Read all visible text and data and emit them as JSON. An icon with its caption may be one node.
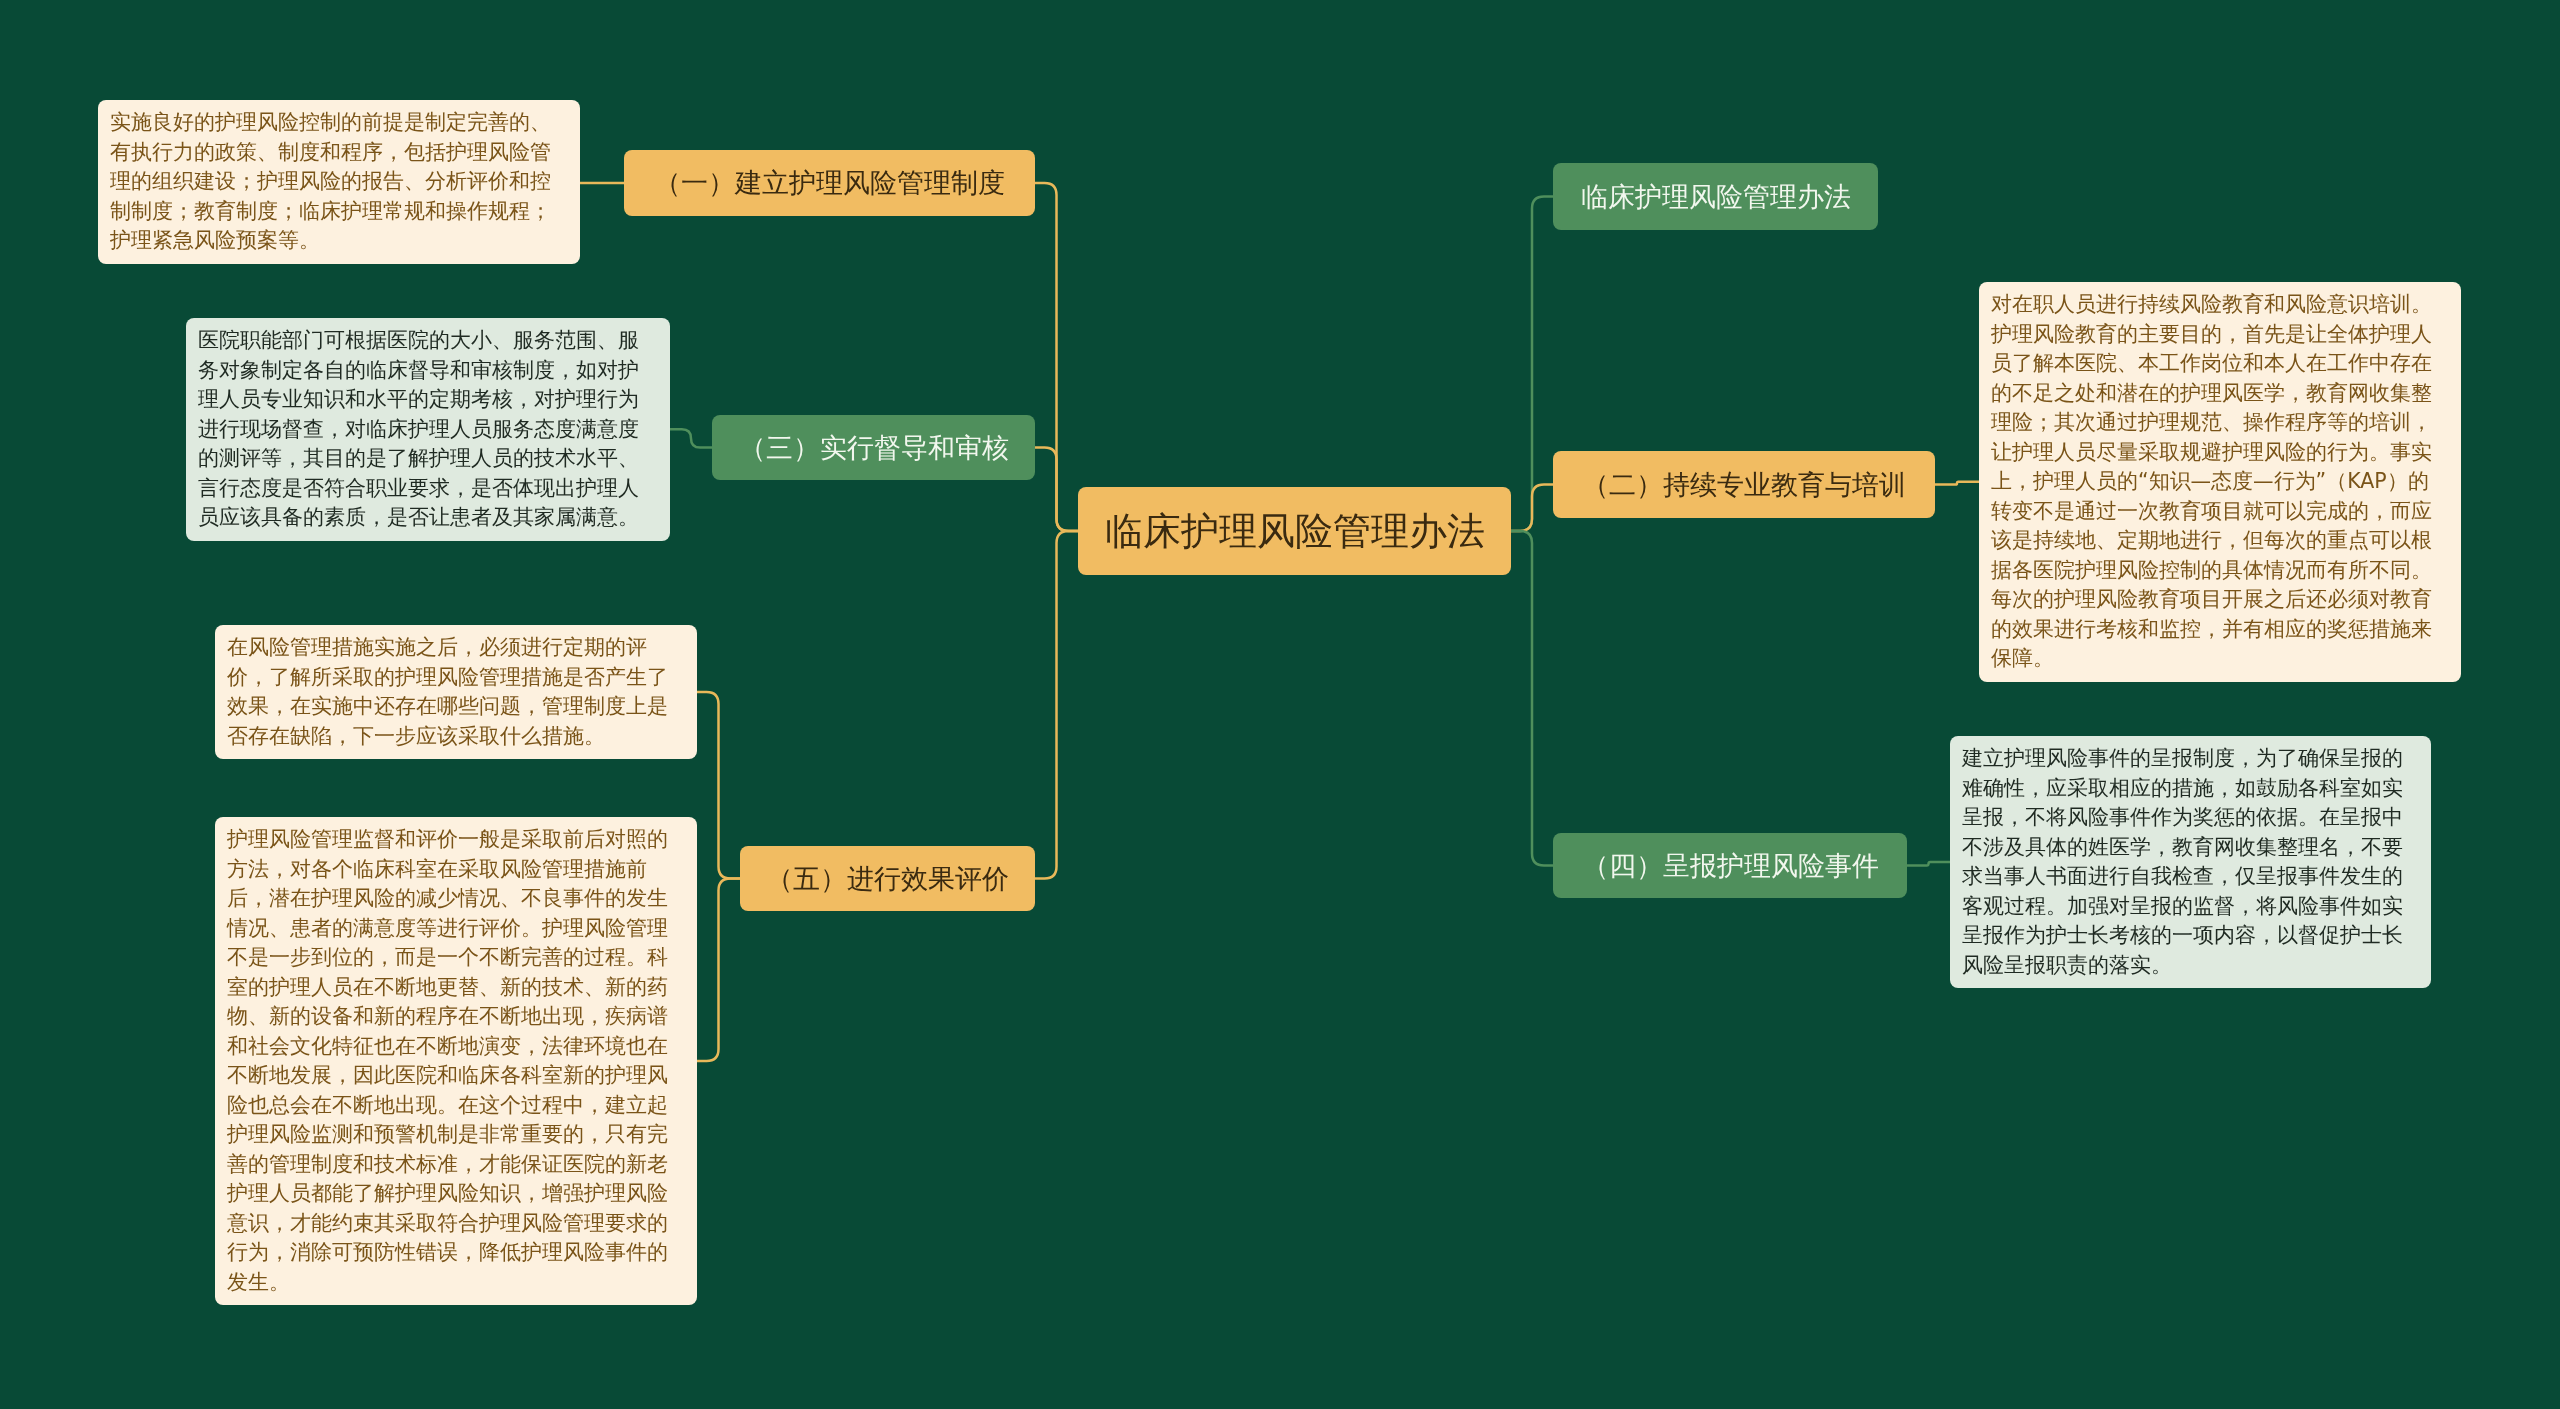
{
  "diagram": {
    "nodes": [
      {
        "text": [
          "临床护理风险管理办法"
        ]
      },
      {
        "text": [
          "（一）建立护理风险管理制度"
        ]
      },
      {
        "text": [
          "实施良好的护理风险控制的前提是制定完善的、有执行力的政策、制度和程序，包括护理风险管理的组织建设；护理风险的报告、分析评价和控制制度；教育制度；临床护理常规和操作规程；护理紧急风险预案等。"
        ]
      },
      {
        "text": [
          "（三）实行督导和审核"
        ]
      },
      {
        "text": [
          "医院职能部门可根据医院的大小、服务范围、服务对象制定各自的临床督导和审核制度，如对护理人员专业知识和水平的定期考核，对护理行为进行现场督查，对临床护理人员服务态度满意度的测评等，其目的是了解护理人员的技术水平、言行态度是否符合职业要求，是否体现出护理人员应该具备的素质，是否让患者及其家属满意。"
        ]
      },
      {
        "text": [
          "（五）进行效果评价"
        ]
      },
      {
        "text": [
          "在风险管理措施实施之后，必须进行定期的评价，了解所采取的护理风险管理措施是否产生了效果，在实施中还存在哪些问题，管理制度上是否存在缺陷，下一步应该采取什么措施。"
        ]
      },
      {
        "text": [
          "护理风险管理监督和评价一般是采取前后对照的方法，对各个临床科室在采取风险管理措施前后，潜在护理风险的减少情况、不良事件的发生情况、患者的满意度等进行评价。护理风险管理不是一步到位的，而是一个不断完善的过程。科室的护理人员在不断地更替、新的技术、新的药物、新的设备和新的程序在不断地出现，疾病谱和社会文化特征也在不断地演变，法律环境也在不断地发展，因此医院和临床各科室新的护理风险也总会在不断地出现。在这个过程中，建立起护理风险监测和预警机制是非常重要的，只有完善的管理制度和技术标准，才能保证医院的新老护理人员都能了解护理风险知识，增强护理风险意识，才能约束其采取符合护理风险管理要求的行为，消除可预防性错误，降低护理风险事件的发生。"
        ]
      },
      {
        "text": [
          "临床护理风险管理办法"
        ]
      },
      {
        "text": [
          "（二）持续专业教育与培训"
        ]
      },
      {
        "text": [
          "对在职人员进行持续风险教育和风险意识培训。护理风险教育的主要目的，首先是让全体护理人员了解本医院、本工作岗位和本人在工作中存在的不足之处和潜在的护理风医学，教育网收集整理险；其次通过护理规范、操作程序等的培训，让护理人员尽量采取规避护理风险的行为。事实上，护理人员的“知识—态度—行为”（KAP）的转变不是通过一次教育项目就可以完成的，而应该是持续地、定期地进行，但每次的重点可以根据各医院护理风险控制的具体情况而有所不同。每次的护理风险教育项目开展之后还必须对教育的效果进行考核和监控，并有相应的奖惩措施来保障。"
        ]
      },
      {
        "text": [
          "（四）呈报护理风险事件"
        ]
      },
      {
        "text": [
          "建立护理风险事件的呈报制度，为了确保呈报的难确性，应采取相应的措施，如鼓励各科室如实呈报，不将风险事件作为奖惩的依据。在呈报中不涉及具体的姓医学，教育网收集整理名，不要求当事人书面进行自我检查，仅呈报事件发生的客观过程。加强对呈报的监督，将风险事件如实呈报作为护士长考核的一项内容，以督促护士长风险呈报职责的落实。"
        ]
      }
    ],
    "edges": [
      {
        "from": 0,
        "to": 1,
        "arrow": "none"
      },
      {
        "from": 0,
        "to": 3,
        "arrow": "none"
      },
      {
        "from": 0,
        "to": 5,
        "arrow": "none"
      },
      {
        "from": 1,
        "to": 2,
        "arrow": "none"
      },
      {
        "from": 3,
        "to": 4,
        "arrow": "none",
        "color": "#4f8f5c"
      },
      {
        "from": 5,
        "to": 6,
        "arrow": "none"
      },
      {
        "from": 5,
        "to": 7,
        "arrow": "none"
      },
      {
        "from": 0,
        "to": 8,
        "arrow": "none",
        "color": "#4f8f5c"
      },
      {
        "from": 0,
        "to": 9,
        "arrow": "none"
      },
      {
        "from": 9,
        "to": 10,
        "arrow": "none"
      },
      {
        "from": 0,
        "to": 11,
        "arrow": "none",
        "color": "#4f8f5c"
      },
      {
        "from": 11,
        "to": 12,
        "arrow": "none",
        "color": "#4f8f5c"
      }
    ]
  }
}
